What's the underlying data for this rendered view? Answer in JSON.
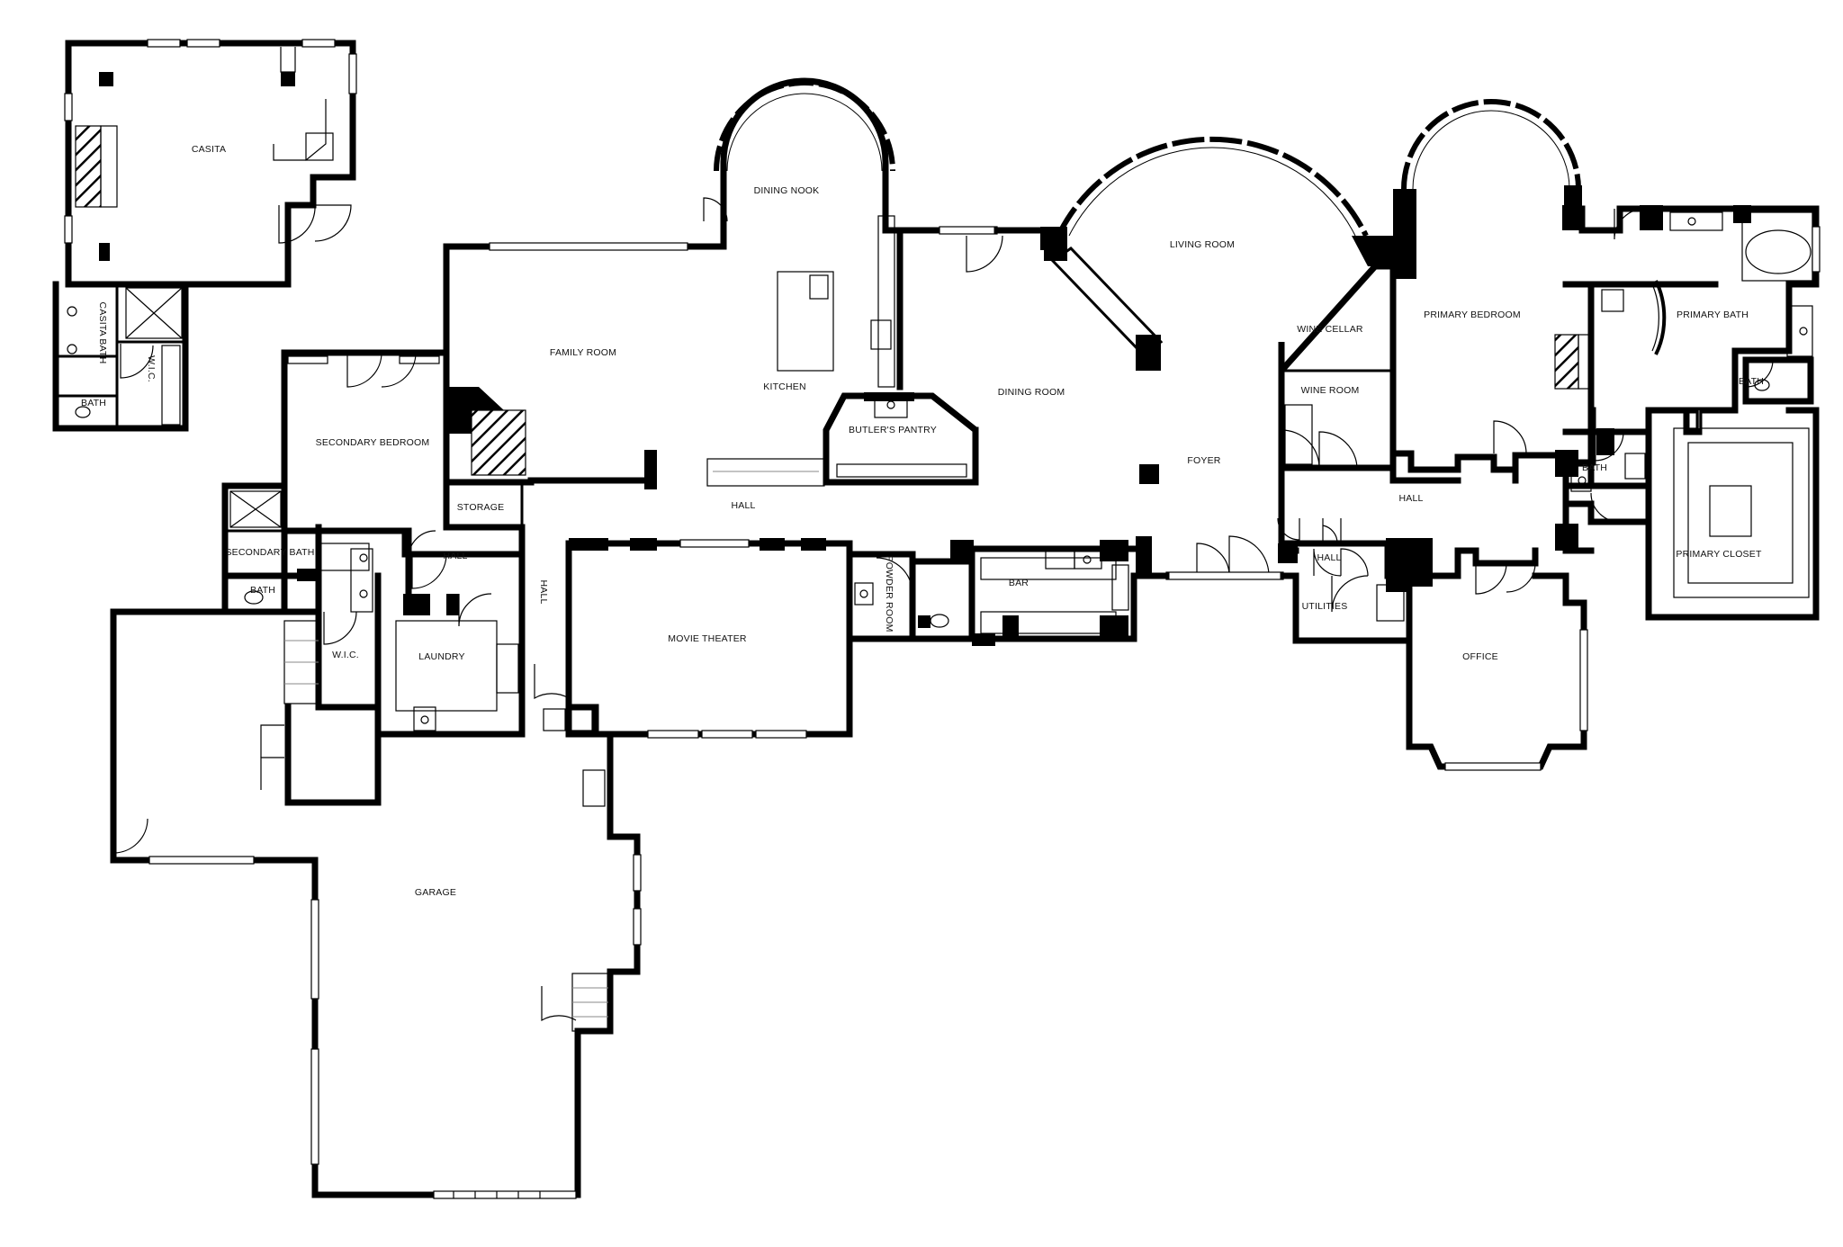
{
  "rooms": {
    "casita": "CASITA",
    "casita_bath": "CASITA BATH",
    "casita_wic": "W.I.C.",
    "casita_half_bath": "BATH",
    "dining_nook": "DINING NOOK",
    "family_room": "FAMILY ROOM",
    "kitchen": "KITCHEN",
    "butlers_pantry": "BUTLER'S PANTRY",
    "living_room": "LIVING ROOM",
    "dining_room": "DINING ROOM",
    "wine_cellar": "WINE CELLAR",
    "wine_room": "WINE ROOM",
    "foyer": "FOYER",
    "primary_bedroom": "PRIMARY BEDROOM",
    "primary_bath": "PRIMARY BATH",
    "primary_bath_wc": "BATH",
    "secondary_bedroom": "SECONDARY BEDROOM",
    "storage": "STORAGE",
    "hall_main": "HALL",
    "hall_secondary": "HALL",
    "secondary_bath": "SECONDARY BATH",
    "secondary_half_bath": "BATH",
    "hall_vertical": "HALL",
    "wic": "W.I.C.",
    "laundry": "LAUNDRY",
    "movie_theater": "MOVIE THEATER",
    "powder_room": "POWDER ROOM",
    "bar": "BAR",
    "hall_east": "HALL",
    "hall_utilities": "HALL",
    "utilities": "UTILITIES",
    "bath_east": "BATH",
    "primary_closet": "PRIMARY CLOSET",
    "office": "OFFICE",
    "garage": "GARAGE"
  }
}
